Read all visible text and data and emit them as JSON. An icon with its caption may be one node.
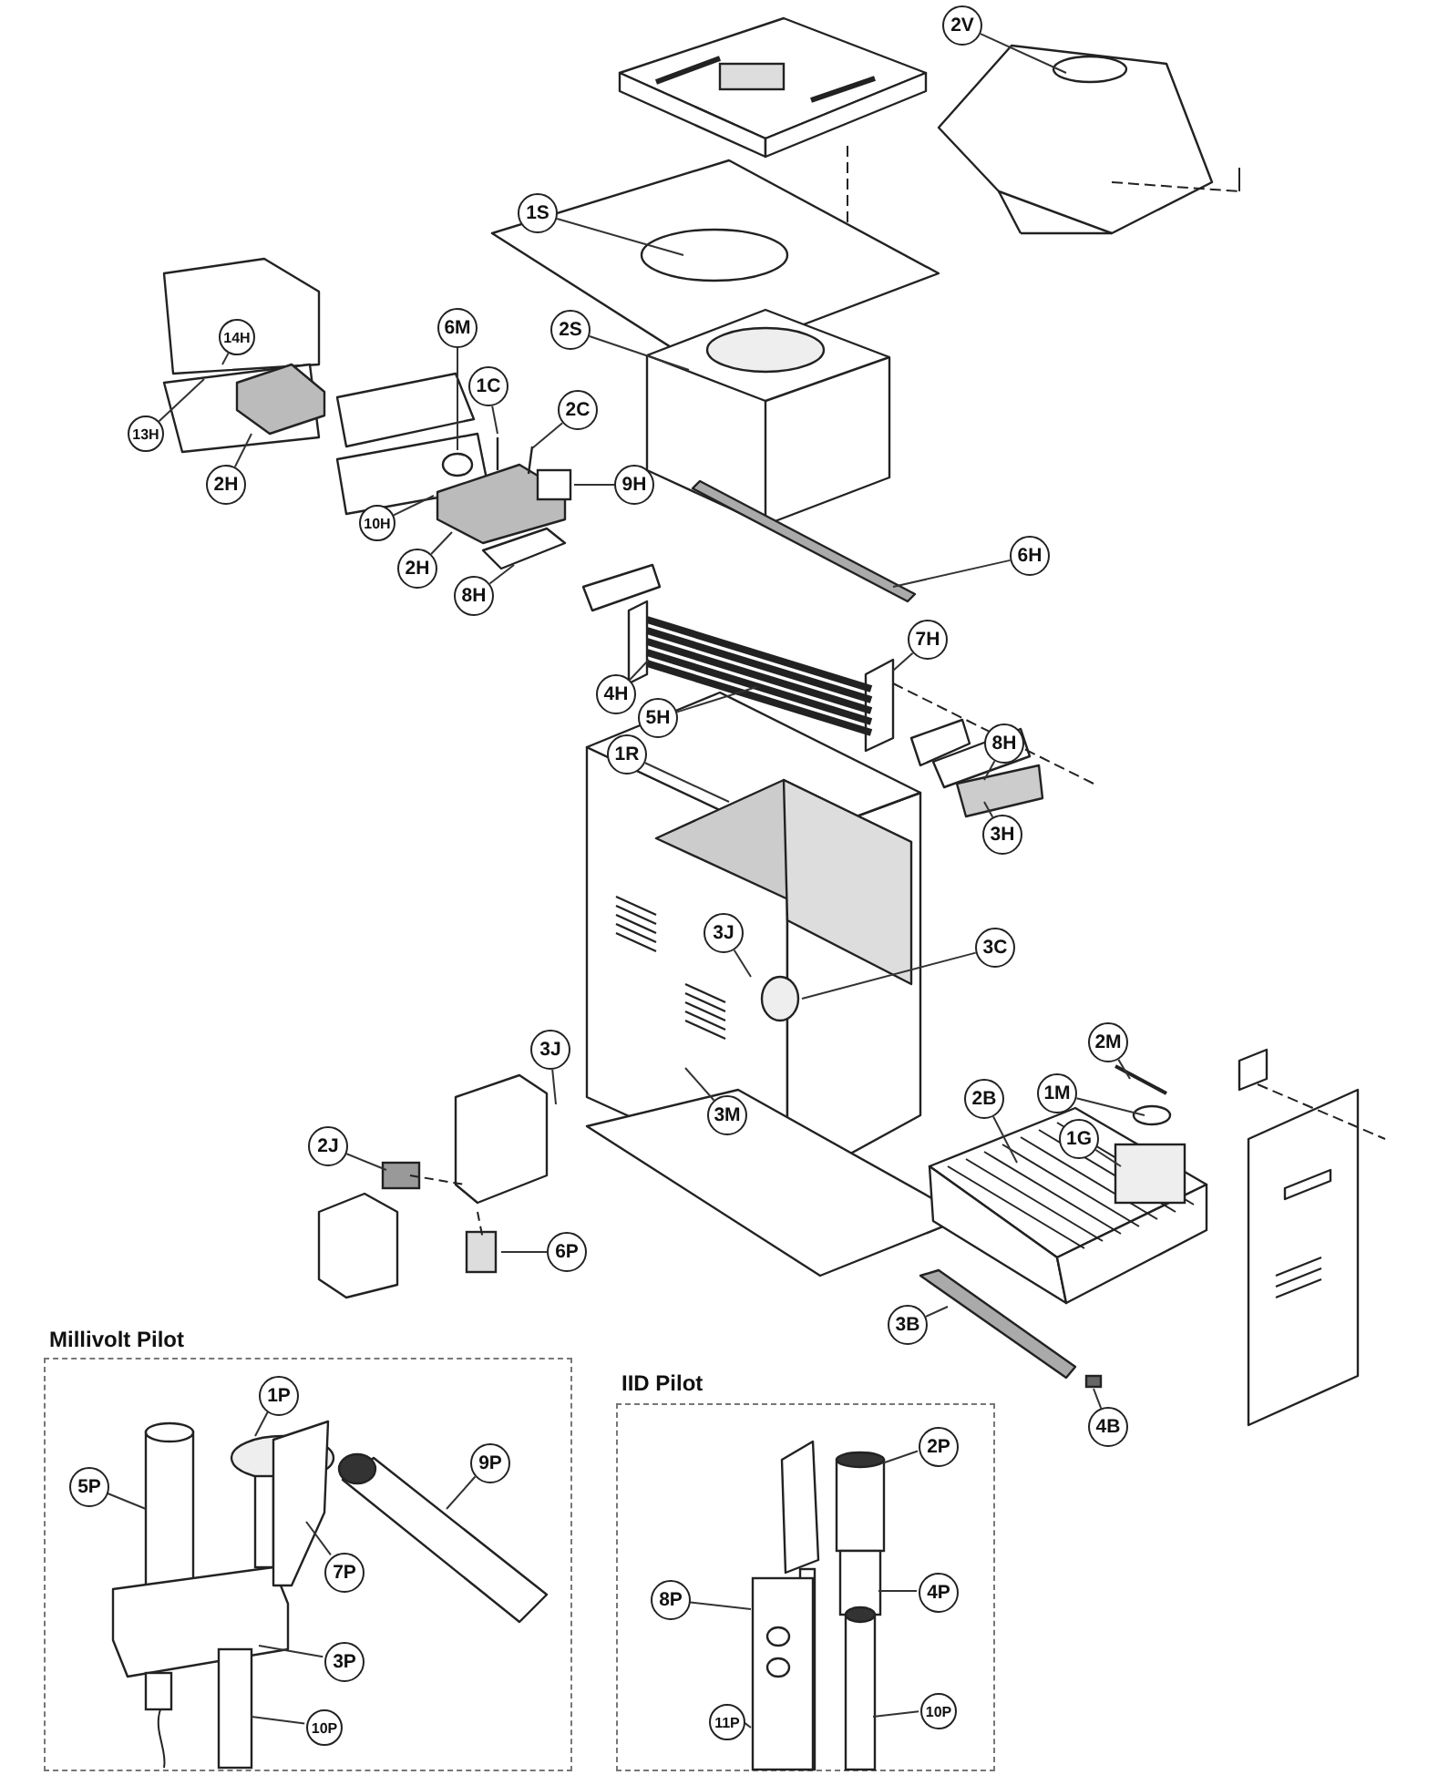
{
  "diagram": {
    "nodes": [
      {
        "text": [
          "Millivolt Pilot"
        ]
      },
      {
        "text": [
          "IID Pilot"
        ]
      },
      {
        "text": [
          "2V"
        ]
      },
      {
        "text": [
          "1S"
        ]
      },
      {
        "text": [
          "2S"
        ]
      },
      {
        "text": [
          "14H"
        ]
      },
      {
        "text": [
          "13H"
        ]
      },
      {
        "text": [
          "2H"
        ]
      },
      {
        "text": [
          "6M"
        ]
      },
      {
        "text": [
          "1C"
        ]
      },
      {
        "text": [
          "2C"
        ]
      },
      {
        "text": [
          "9H"
        ]
      },
      {
        "text": [
          "10H"
        ]
      },
      {
        "text": [
          "2H"
        ]
      },
      {
        "text": [
          "8H"
        ]
      },
      {
        "text": [
          "6H"
        ]
      },
      {
        "text": [
          "7H"
        ]
      },
      {
        "text": [
          "4H"
        ]
      },
      {
        "text": [
          "5H"
        ]
      },
      {
        "text": [
          "8H"
        ]
      },
      {
        "text": [
          "1R"
        ]
      },
      {
        "text": [
          "3H"
        ]
      },
      {
        "text": [
          "3J"
        ]
      },
      {
        "text": [
          "3C"
        ]
      },
      {
        "text": [
          "2M"
        ]
      },
      {
        "text": [
          "1M"
        ]
      },
      {
        "text": [
          "3J"
        ]
      },
      {
        "text": [
          "3M"
        ]
      },
      {
        "text": [
          "2B"
        ]
      },
      {
        "text": [
          "1G"
        ]
      },
      {
        "text": [
          "2J"
        ]
      },
      {
        "text": [
          "6P"
        ]
      },
      {
        "text": [
          "3B"
        ]
      },
      {
        "text": [
          "4B"
        ]
      },
      {
        "text": [
          "1P"
        ],
        "in": 0
      },
      {
        "text": [
          "5P"
        ],
        "in": 0
      },
      {
        "text": [
          "9P"
        ],
        "in": 0
      },
      {
        "text": [
          "7P"
        ],
        "in": 0
      },
      {
        "text": [
          "3P"
        ],
        "in": 0
      },
      {
        "text": [
          "10P"
        ],
        "in": 0
      },
      {
        "text": [
          "2P"
        ],
        "in": 1
      },
      {
        "text": [
          "8P"
        ],
        "in": 1
      },
      {
        "text": [
          "4P"
        ],
        "in": 1
      },
      {
        "text": [
          "11P"
        ],
        "in": 1
      },
      {
        "text": [
          "10P"
        ],
        "in": 1
      },
      {
        "text": [],
        "shape": "cylinder",
        "in": 1
      },
      {
        "text": [],
        "shape": "box",
        "in": 1
      },
      {
        "text": [],
        "shape": "box",
        "in": 1
      },
      {
        "text": [],
        "shape": "cylinder",
        "in": 1
      }
    ],
    "edges": [
      {
        "from": 2,
        "to": null,
        "arrow": "none"
      },
      {
        "from": 3,
        "to": null,
        "arrow": "none"
      },
      {
        "from": 4,
        "to": null,
        "arrow": "none"
      },
      {
        "from": 5,
        "to": null,
        "arrow": "none"
      },
      {
        "from": 6,
        "to": null,
        "arrow": "none"
      },
      {
        "from": 7,
        "to": null,
        "arrow": "none"
      },
      {
        "from": 8,
        "to": null,
        "arrow": "none"
      },
      {
        "from": 9,
        "to": null,
        "arrow": "none"
      },
      {
        "from": 10,
        "to": null,
        "arrow": "none"
      },
      {
        "from": 11,
        "to": null,
        "arrow": "none"
      },
      {
        "from": 12,
        "to": null,
        "arrow": "none"
      },
      {
        "from": 13,
        "to": null,
        "arrow": "none"
      },
      {
        "from": 14,
        "to": null,
        "arrow": "none"
      },
      {
        "from": 15,
        "to": null,
        "arrow": "none"
      },
      {
        "from": 16,
        "to": null,
        "arrow": "none"
      },
      {
        "from": 17,
        "to": null,
        "arrow": "none"
      },
      {
        "from": 18,
        "to": null,
        "arrow": "none"
      },
      {
        "from": 19,
        "to": null,
        "arrow": "none"
      },
      {
        "from": 20,
        "to": null,
        "arrow": "none"
      },
      {
        "from": 21,
        "to": null,
        "arrow": "none"
      },
      {
        "from": 22,
        "to": null,
        "arrow": "none"
      },
      {
        "from": 23,
        "to": null,
        "arrow": "none"
      },
      {
        "from": 24,
        "to": null,
        "arrow": "none"
      },
      {
        "from": 25,
        "to": null,
        "arrow": "none"
      },
      {
        "from": 26,
        "to": null,
        "arrow": "none"
      },
      {
        "from": 27,
        "to": null,
        "arrow": "none"
      },
      {
        "from": 28,
        "to": null,
        "arrow": "none"
      },
      {
        "from": 29,
        "to": null,
        "arrow": "none"
      },
      {
        "from": 30,
        "to": null,
        "arrow": "none"
      },
      {
        "from": 31,
        "to": null,
        "arrow": "none"
      },
      {
        "from": 32,
        "to": null,
        "arrow": "none"
      },
      {
        "from": 33,
        "to": null,
        "arrow": "none"
      },
      {
        "from": 34,
        "to": null,
        "arrow": "none"
      },
      {
        "from": 35,
        "to": null,
        "arrow": "none"
      },
      {
        "from": 36,
        "to": null,
        "arrow": "none"
      },
      {
        "from": 37,
        "to": null,
        "arrow": "none"
      },
      {
        "from": 38,
        "to": null,
        "arrow": "none"
      },
      {
        "from": 39,
        "to": null,
        "arrow": "none"
      },
      {
        "from": 40,
        "to": 45,
        "arrow": "none"
      },
      {
        "from": 41,
        "to": 46,
        "arrow": "none"
      },
      {
        "from": 42,
        "to": 47,
        "arrow": "none"
      },
      {
        "from": 43,
        "to": 46,
        "arrow": "none"
      },
      {
        "from": 44,
        "to": 48,
        "arrow": "none"
      }
    ]
  }
}
